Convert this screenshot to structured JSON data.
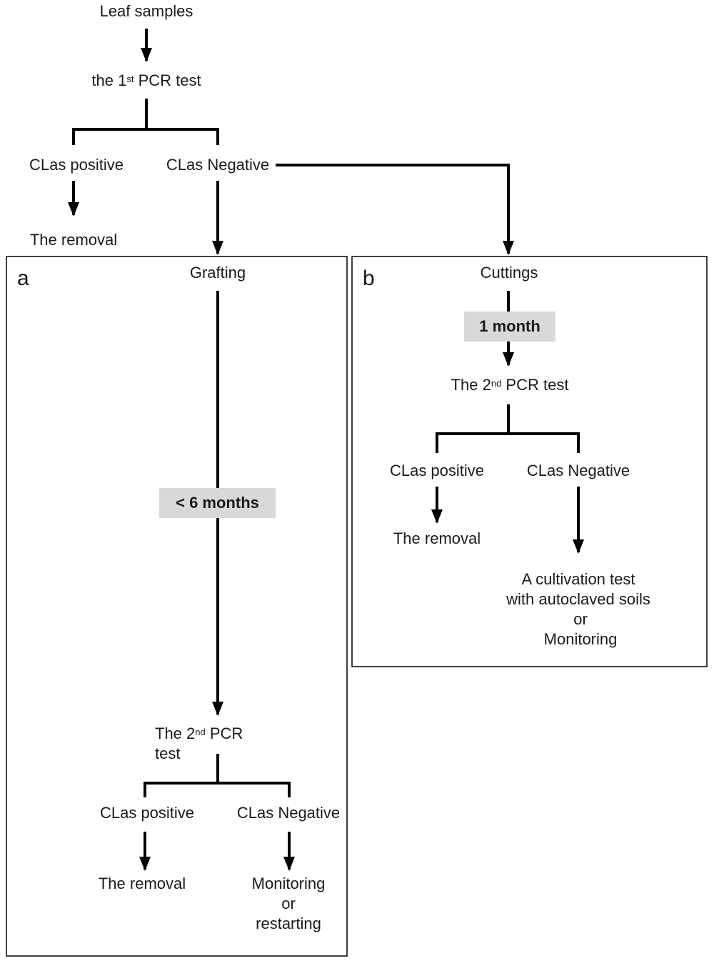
{
  "top": {
    "leaf_samples": "Leaf samples",
    "pcr1_prefix": "the ",
    "pcr1_num": "1",
    "pcr1_sup": "st",
    "pcr1_suffix": " PCR test",
    "positive": "CLas positive",
    "negative": "CLas Negative",
    "removal": "The removal"
  },
  "panel_a": {
    "letter": "a",
    "grafting": "Grafting",
    "interval": "< 6 months",
    "pcr2_line1_prefix": "The ",
    "pcr2_num": "2",
    "pcr2_sup": "nd",
    "pcr2_line1_suffix": " PCR",
    "pcr2_line2": "test",
    "positive": "CLas positive",
    "negative": "CLas Negative",
    "removal": "The removal",
    "outcome_line1": "Monitoring",
    "outcome_line2": "or",
    "outcome_line3": "restarting"
  },
  "panel_b": {
    "letter": "b",
    "cuttings": "Cuttings",
    "interval": "1 month",
    "pcr2_prefix": "The ",
    "pcr2_num": "2",
    "pcr2_sup": "nd",
    "pcr2_suffix": " PCR test",
    "positive": "CLas positive",
    "negative": "CLas Negative",
    "removal": "The removal",
    "outcome_line1": "A cultivation  test",
    "outcome_line2": "with autoclaved soils",
    "outcome_line3": "or",
    "outcome_line4": "Monitoring"
  }
}
